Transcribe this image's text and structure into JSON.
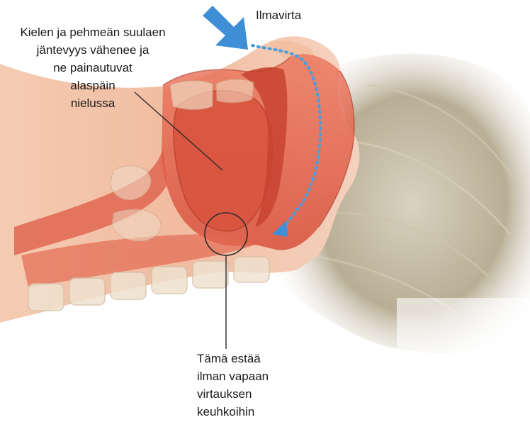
{
  "labels": {
    "airflow": "Ilmavirta",
    "tongue_lines": [
      "Kielen ja pehmeän suulaen",
      "jäntevyys vähenee ja",
      "ne painautuvat",
      "alaspäin",
      "nielussa"
    ],
    "obstruction_lines": [
      "Tämä estää",
      "ilman vapaan",
      "virtauksen",
      "keuhkoihin"
    ]
  },
  "colors": {
    "skin": "#f2c3a8",
    "tissue": "#e4624f",
    "tissue_dark": "#c9402f",
    "hair": "#b7ad96",
    "airflow_arrow": "#3f8fd6",
    "airflow_dots": "#4a9ee0",
    "leader_line": "#2b2b2b",
    "spine": "#efe2cf"
  },
  "icons": {
    "airflow_arrow": "arrow-down-right-icon",
    "airflow_path": "dotted-arrow-path-icon"
  }
}
